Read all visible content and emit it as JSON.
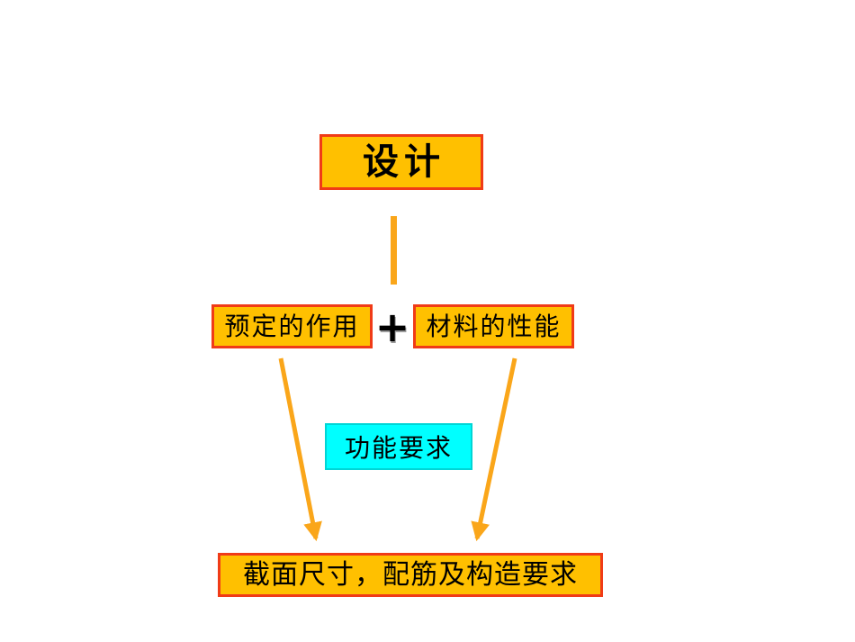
{
  "diagram": {
    "title_box": {
      "label": "设计"
    },
    "inputs": {
      "left_box": {
        "label": "预定的作用"
      },
      "operator": "+",
      "right_box": {
        "label": "材料的性能"
      }
    },
    "requirement_box": {
      "label": "功能要求"
    },
    "result_box": {
      "label": "截面尺寸，配筋及构造要求"
    },
    "colors": {
      "box_fill": "#FFC000",
      "box_border": "#F03B17",
      "cyan_fill": "#00FFFF",
      "cyan_border": "#00D5D5",
      "arrow": "#FAA61A",
      "text": "#000000",
      "background": "#FFFFFF"
    }
  }
}
